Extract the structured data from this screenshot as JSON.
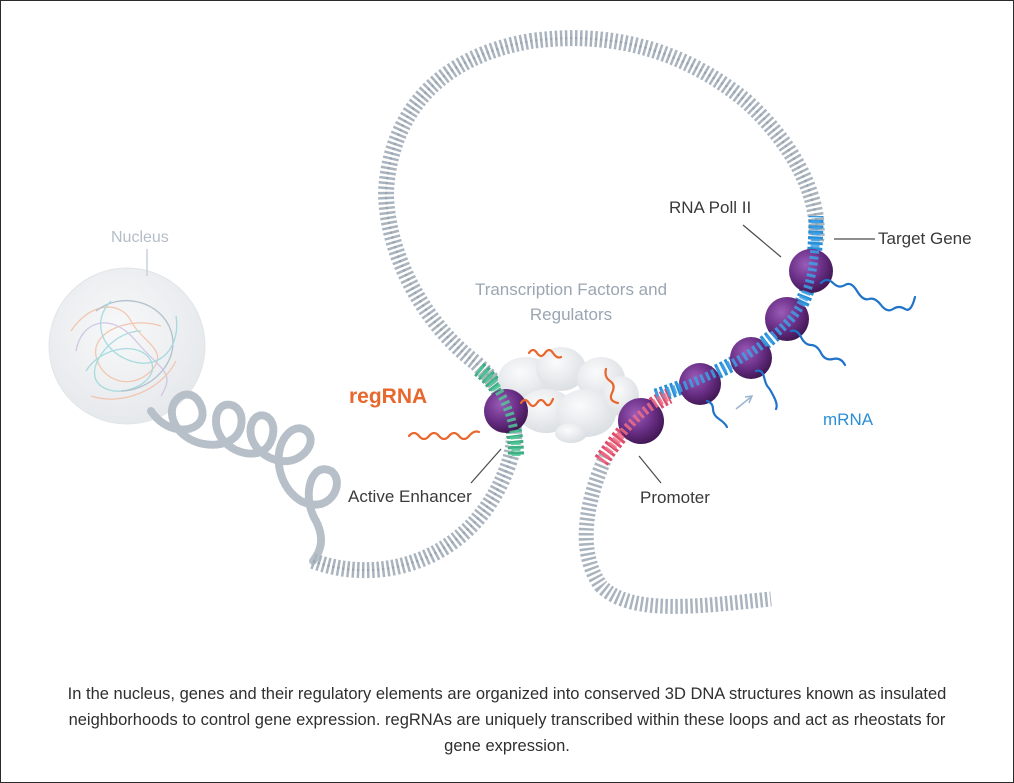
{
  "labels": {
    "nucleus": "Nucleus",
    "transcription_factors": "Transcription Factors and Regulators",
    "regrna": "regRNA",
    "active_enhancer": "Active Enhancer",
    "promoter": "Promoter",
    "rna_pol_ii": "RNA Poll II",
    "target_gene": "Target Gene",
    "mrna": "mRNA"
  },
  "caption": "In the nucleus, genes and their regulatory elements are organized into conserved 3D DNA structures known as insulated neighborhoods to control gene expression. regRNAs are uniquely transcribed within these loops and act as rheostats for gene expression.",
  "colors": {
    "dna": "#aab4bf",
    "dna_dark": "#8c97a3",
    "enhancer": "#3fae84",
    "promoter": "#de4f6c",
    "gene": "#2a8fd6",
    "pol2": "#6a2f86",
    "regrna": "#e8672d",
    "mrna": "#1f74c9",
    "tf": "#e7e9ec"
  }
}
